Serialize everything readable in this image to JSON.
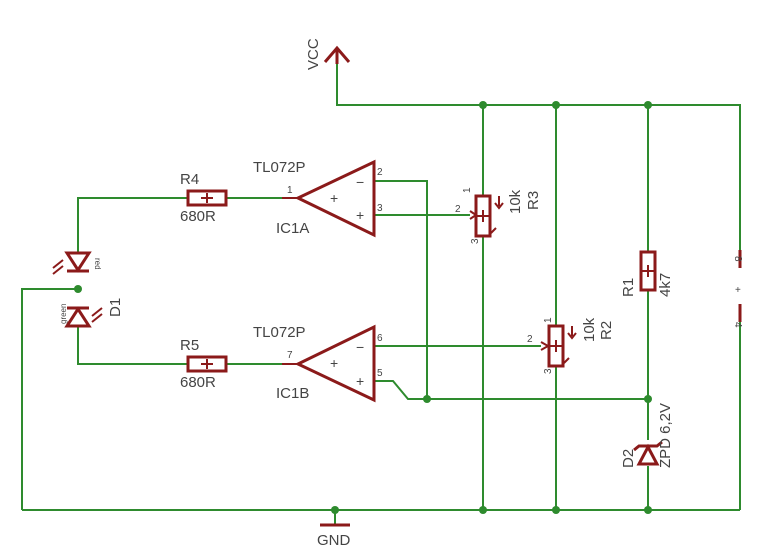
{
  "supply": {
    "vcc": "VCC",
    "gnd": "GND"
  },
  "opamp_a": {
    "part": "TL072P",
    "name": "IC1A",
    "pin_out": "1",
    "pin_inv": "2",
    "pin_noninv": "3",
    "minus": "−",
    "plus": "+",
    "center": "+"
  },
  "opamp_b": {
    "part": "TL072P",
    "name": "IC1B",
    "pin_out": "7",
    "pin_inv": "6",
    "pin_noninv": "5",
    "minus": "−",
    "plus": "+",
    "center": "+"
  },
  "r4": {
    "name": "R4",
    "value": "680R"
  },
  "r5": {
    "name": "R5",
    "value": "680R"
  },
  "r1": {
    "name": "R1",
    "value": "4k7"
  },
  "r3": {
    "name": "R3",
    "value": "10k",
    "pin1": "1",
    "pin2": "2",
    "pin3": "3"
  },
  "r2": {
    "name": "R2",
    "value": "10k",
    "pin1": "1",
    "pin2": "2",
    "pin3": "3"
  },
  "d1": {
    "name": "D1",
    "red": "red",
    "green": "green"
  },
  "d2": {
    "name": "D2",
    "value": "ZPD 6,2V"
  },
  "power_pins": {
    "top": "8",
    "bottom": "4",
    "sign": "+"
  }
}
